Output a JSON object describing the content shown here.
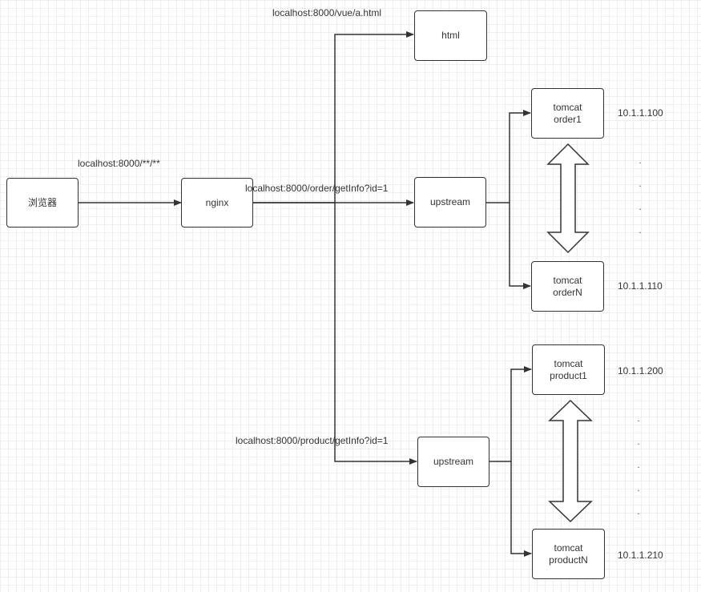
{
  "nodes": {
    "browser": "浏览器",
    "nginx": "nginx",
    "html": "html",
    "upstream_order": "upstream",
    "upstream_product": "upstream",
    "order1": [
      "tomcat",
      "order1"
    ],
    "orderN": [
      "tomcat",
      "orderN"
    ],
    "product1": [
      "tomcat",
      "product1"
    ],
    "productN": [
      "tomcat",
      "productN"
    ]
  },
  "edge_labels": {
    "browser_to_nginx": "localhost:8000/**/**",
    "to_html": "localhost:8000/vue/a.html",
    "to_order": "localhost:8000/order/getInfo?id=1",
    "to_product": "localhost:8000/product/getInfo?id=1"
  },
  "ips": {
    "order1": "10.1.1.100",
    "orderN": "10.1.1.110",
    "product1": "10.1.1.200",
    "productN": "10.1.1.210"
  },
  "ellipsis": {
    "order": [
      ".",
      ".",
      ".",
      "."
    ],
    "product": [
      ".",
      ".",
      ".",
      ".",
      "."
    ]
  }
}
